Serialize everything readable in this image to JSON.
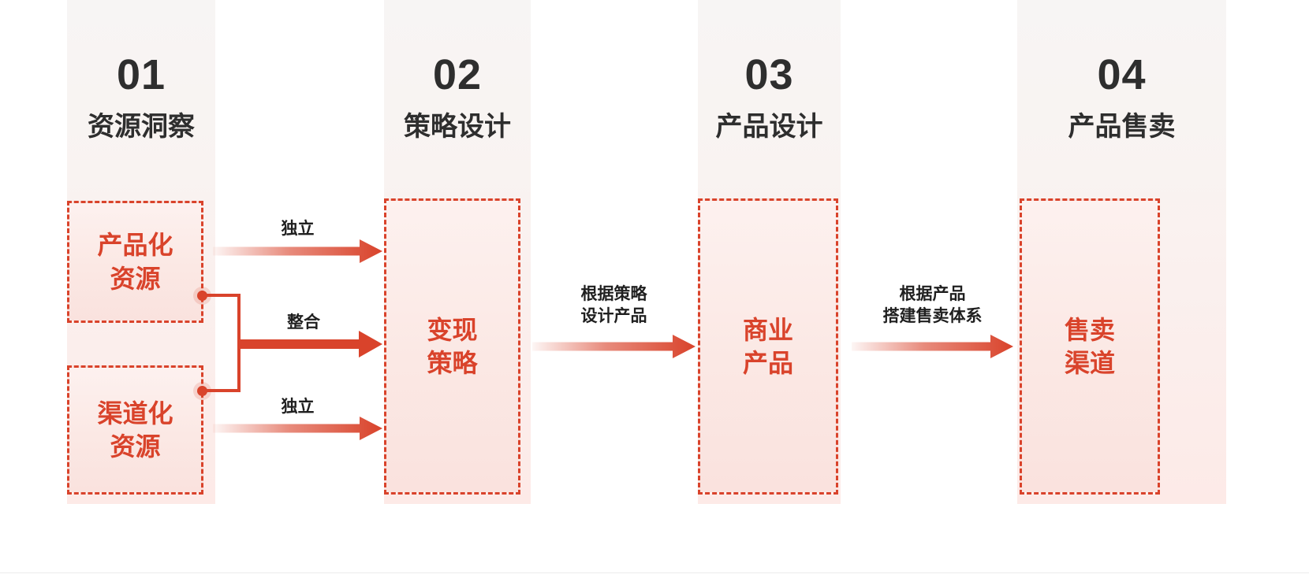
{
  "theme": {
    "accent": "#d9432b",
    "dark_text": "#2e2e2e",
    "band_top": "#f7f5f4",
    "band_bottom": "#fdeae7",
    "box_fill_top": "#fdf1ef",
    "box_fill_bottom": "#fae2de",
    "rule": "#ebebeb"
  },
  "steps": [
    {
      "number": "01",
      "title": "资源洞察"
    },
    {
      "number": "02",
      "title": "策略设计"
    },
    {
      "number": "03",
      "title": "产品设计"
    },
    {
      "number": "04",
      "title": "产品售卖"
    }
  ],
  "nodes": {
    "productized_resource": "产品化\n资源",
    "channel_resource": "渠道化\n资源",
    "monetization_strategy": "变现\n策略",
    "commercial_product": "商业\n产品",
    "sales_channel": "售卖\n渠道"
  },
  "arrows": {
    "independent_top": "独立",
    "integrated_middle": "整合",
    "independent_bottom": "独立",
    "strategy_to_product": "根据策略\n设计产品",
    "product_to_sales": "根据产品\n搭建售卖体系"
  }
}
